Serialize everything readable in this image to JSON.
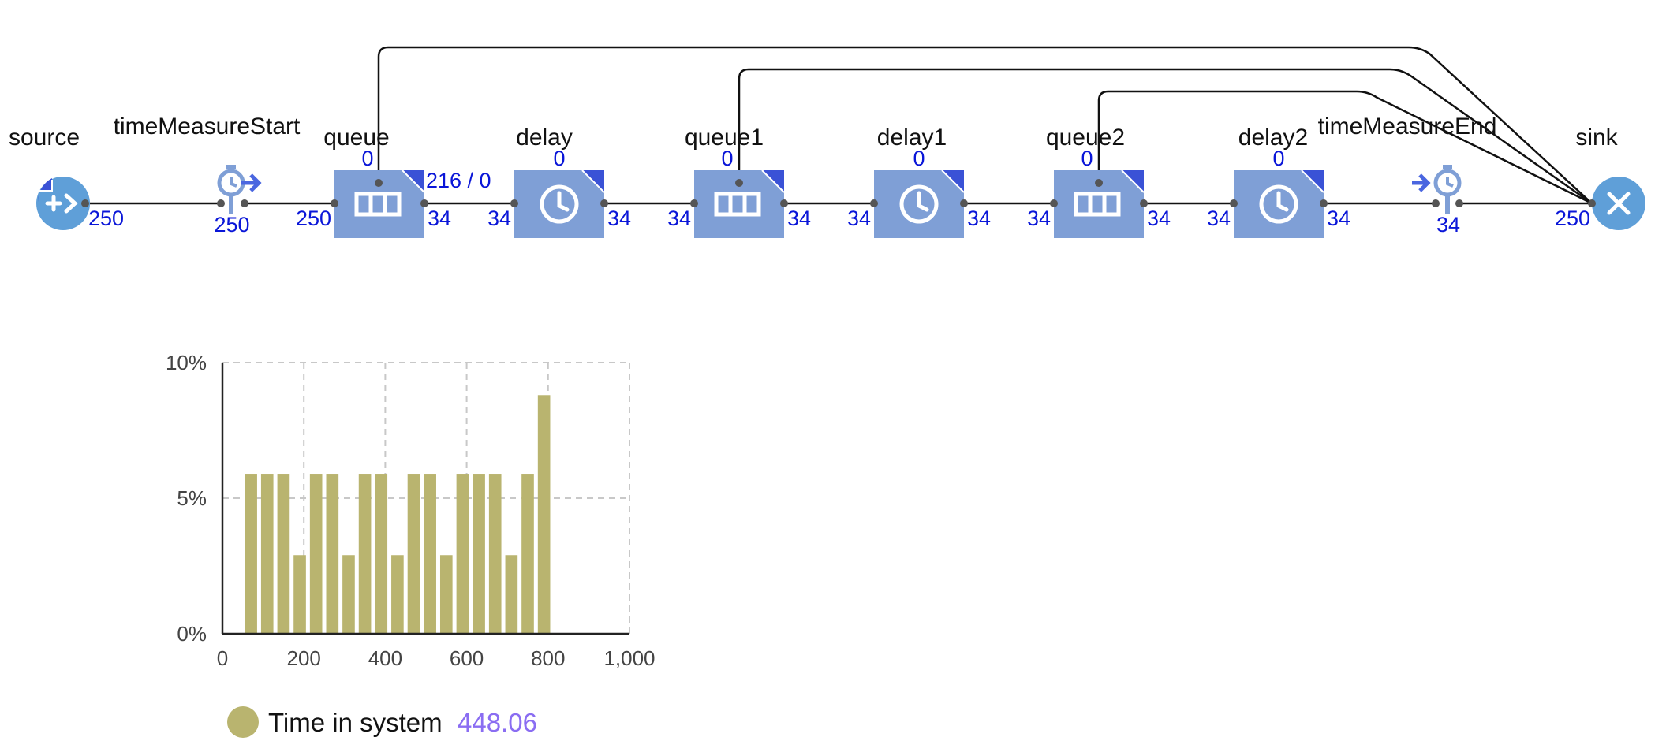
{
  "flowchart": {
    "blocks": {
      "source": {
        "label": "source",
        "count_out": "250",
        "icon": "source-plus-arrow-icon"
      },
      "timeMeasureStart": {
        "label": "timeMeasureStart",
        "count": "250",
        "icon": "stopwatch-start-icon"
      },
      "queue": {
        "label": "queue",
        "count_top": "0",
        "count_in": "250",
        "count_out": "34",
        "capacity": "216 / 0",
        "icon": "queue-icon"
      },
      "delay": {
        "label": "delay",
        "count_top": "0",
        "count_in": "34",
        "count_out": "34",
        "icon": "clock-icon"
      },
      "queue1": {
        "label": "queue1",
        "count_top": "0",
        "count_in": "34",
        "count_out": "34",
        "icon": "queue-icon"
      },
      "delay1": {
        "label": "delay1",
        "count_top": "0",
        "count_in": "34",
        "count_out": "34",
        "icon": "clock-icon"
      },
      "queue2": {
        "label": "queue2",
        "count_top": "0",
        "count_in": "34",
        "count_out": "34",
        "icon": "queue-icon"
      },
      "delay2": {
        "label": "delay2",
        "count_top": "0",
        "count_in": "34",
        "count_out": "34",
        "icon": "clock-icon"
      },
      "timeMeasureEnd": {
        "label": "timeMeasureEnd",
        "count": "34",
        "icon": "stopwatch-end-icon"
      },
      "sink": {
        "label": "sink",
        "count_in": "250",
        "icon": "sink-x-icon"
      }
    },
    "colors": {
      "block_fill": "#7f9fd6",
      "block_corner": "#3a52d6",
      "source_sink": "#5f9fd8",
      "count_text": "#0a16d8",
      "connector": "#111111",
      "port": "#555555"
    }
  },
  "chart_data": {
    "type": "bar",
    "title": "",
    "xlabel": "",
    "ylabel": "",
    "xlim": [
      0,
      1000
    ],
    "ylim": [
      0,
      10
    ],
    "x_ticks": [
      "0",
      "200",
      "400",
      "600",
      "800",
      "1,000"
    ],
    "y_ticks": [
      "0%",
      "5%",
      "10%"
    ],
    "grid": true,
    "bin_width": 40,
    "bins_start": [
      50,
      90,
      130,
      170,
      210,
      250,
      290,
      330,
      370,
      410,
      450,
      490,
      530,
      570,
      610,
      650,
      690,
      730,
      770,
      810
    ],
    "values": [
      5.9,
      5.9,
      5.9,
      2.9,
      5.9,
      5.9,
      2.9,
      5.9,
      5.9,
      2.9,
      5.9,
      5.9,
      2.9,
      5.9,
      5.9,
      5.9,
      2.9,
      5.9,
      8.8,
      0
    ],
    "series": [
      {
        "name": "Time in system",
        "color": "#b9b46f"
      }
    ],
    "legend": {
      "label": "Time in system",
      "value": "448.06",
      "position": "bottom"
    }
  }
}
